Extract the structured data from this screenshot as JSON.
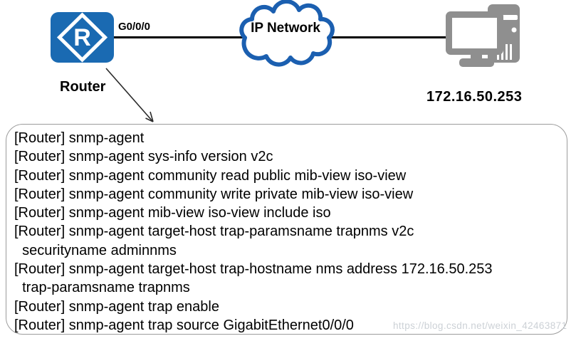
{
  "diagram": {
    "router_letter": "R",
    "router_label": "Router",
    "interface_label": "G0/0/0",
    "cloud_label": "IP Network",
    "nms_ip_label": "172.16.50.253"
  },
  "config": {
    "lines": [
      "[Router] snmp-agent",
      "[Router] snmp-agent sys-info version v2c",
      "[Router] snmp-agent community read public mib-view iso-view",
      "[Router] snmp-agent community write private mib-view iso-view",
      "[Router] snmp-agent mib-view iso-view include iso",
      "[Router] snmp-agent target-host trap-paramsname trapnms v2c",
      "  securityname adminnms",
      "[Router] snmp-agent target-host trap-hostname nms address 172.16.50.253",
      "  trap-paramsname trapnms",
      "[Router] snmp-agent trap enable",
      "[Router] snmp-agent trap source GigabitEthernet0/0/0"
    ]
  },
  "watermark": "https://blog.csdn.net/weixin_42463871",
  "colors": {
    "router_blue": "#1a6ab2",
    "cloud_blue": "#1b5fb0",
    "device_gray": "#8f8f8f",
    "line_black": "#000000",
    "box_border_gray": "#9c9c9c",
    "watermark_gray": "#ccd1d6"
  },
  "icons": {
    "router": "blue-badge-with-white-diamond-R",
    "cloud": "blue-outlined-network-cloud",
    "computer": "gray-desktop-pc-with-tower",
    "arrow": "thin-diagonal-callout-arrow"
  }
}
